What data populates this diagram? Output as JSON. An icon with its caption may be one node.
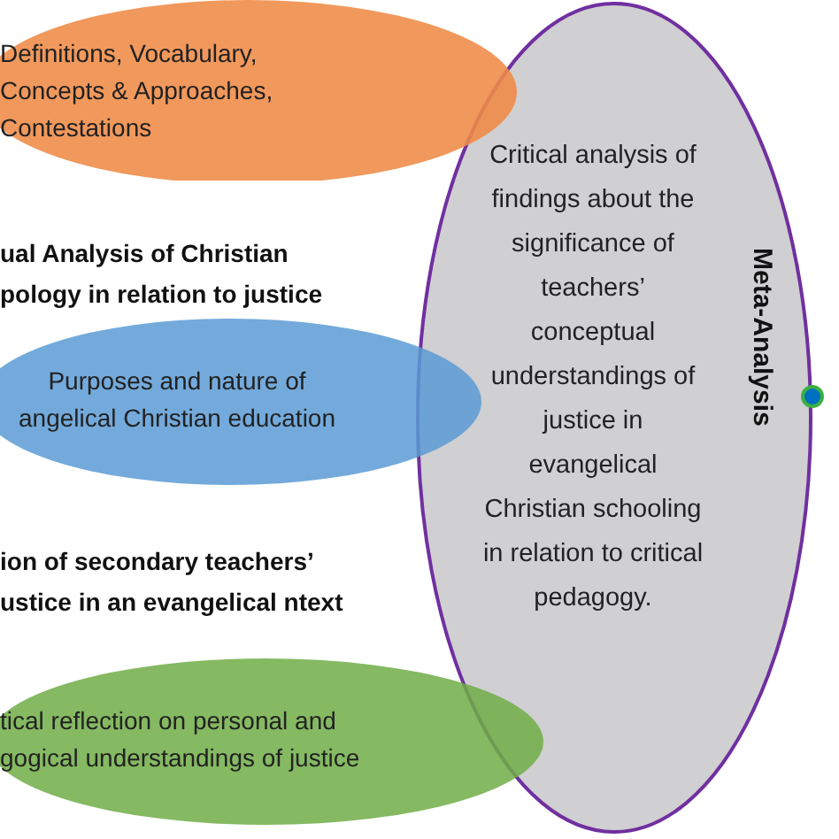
{
  "diagram": {
    "nodes": [
      {
        "text": [
          "Definitions, Vocabulary, Concepts & Approaches, Contestations"
        ]
      },
      {
        "text": [
          "Purposes and nature of angelical Christian education"
        ]
      },
      {
        "text": [
          "tical reflection on personal and gogical understandings of justice"
        ]
      },
      {
        "text": [
          "Critical analysis of findings about the significance of teachers’ conceptual understandings of justice in evangelical Christian schooling in relation to critical pedagogy.",
          "Meta-Analysis"
        ]
      }
    ],
    "labels": [
      "ual Analysis of Christian pology in relation to justice",
      "ion of secondary teachers’ ustice in an evangelical ntext"
    ]
  }
}
